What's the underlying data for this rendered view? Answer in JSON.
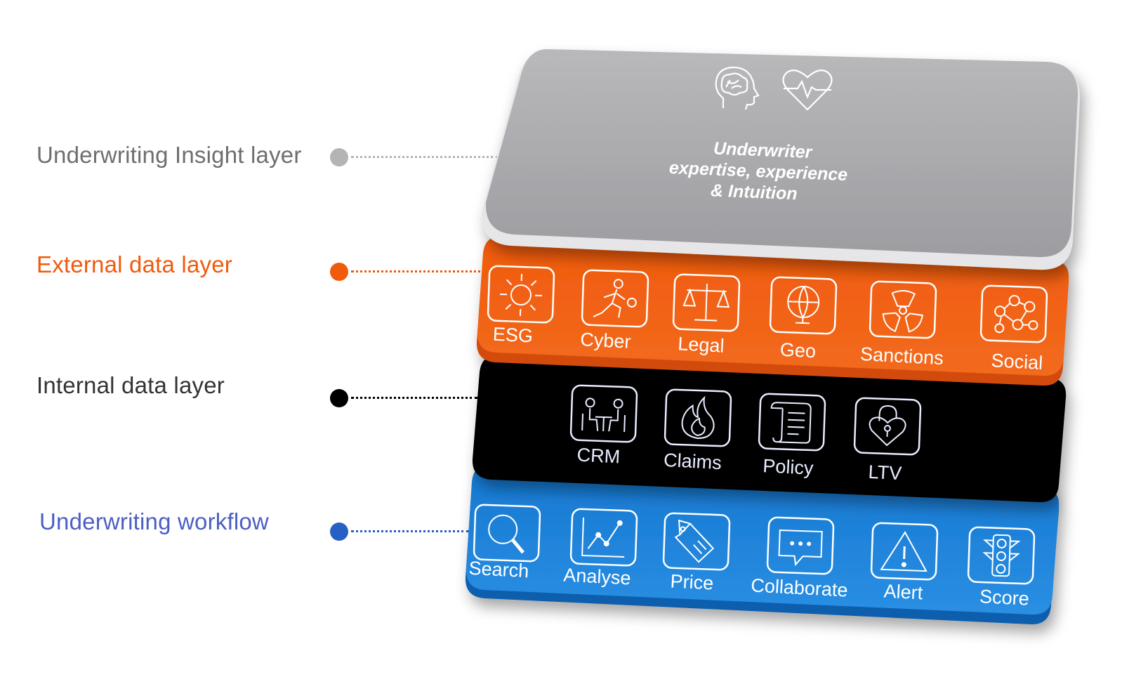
{
  "labels": {
    "insight": "Underwriting Insight layer",
    "external": "External data layer",
    "internal": "Internal data layer",
    "workflow": "Underwriting workflow"
  },
  "colors": {
    "insight": "#a7a7aa",
    "insight_label": "#6e6e6e",
    "external": "#f05a0c",
    "internal": "#000000",
    "internal_label": "#333333",
    "workflow": "#1e7fd0",
    "workflow_label": "#4a5fc4"
  },
  "insight_layer": {
    "line1": "Underwriter",
    "line2": "expertise, experience",
    "line3": "&  Intuition",
    "icons": [
      "brain-head-icon",
      "heart-pulse-icon"
    ]
  },
  "external_layer": {
    "items": [
      {
        "label": "ESG",
        "icon": "sun-icon"
      },
      {
        "label": "Cyber",
        "icon": "running-thief-icon"
      },
      {
        "label": "Legal",
        "icon": "scales-icon"
      },
      {
        "label": "Geo",
        "icon": "globe-icon"
      },
      {
        "label": "Sanctions",
        "icon": "radiation-icon"
      },
      {
        "label": "Social",
        "icon": "network-icon"
      }
    ]
  },
  "internal_layer": {
    "items": [
      {
        "label": "CRM",
        "icon": "meeting-icon"
      },
      {
        "label": "Claims",
        "icon": "fire-icon"
      },
      {
        "label": "Policy",
        "icon": "scroll-icon"
      },
      {
        "label": "LTV",
        "icon": "heart-lock-icon"
      }
    ]
  },
  "workflow_layer": {
    "items": [
      {
        "label": "Search",
        "icon": "magnifier-icon"
      },
      {
        "label": "Analyse",
        "icon": "line-chart-icon"
      },
      {
        "label": "Price",
        "icon": "price-tag-icon"
      },
      {
        "label": "Collaborate",
        "icon": "chat-bubble-icon"
      },
      {
        "label": "Alert",
        "icon": "warning-triangle-icon"
      },
      {
        "label": "Score",
        "icon": "traffic-light-icon"
      }
    ]
  }
}
